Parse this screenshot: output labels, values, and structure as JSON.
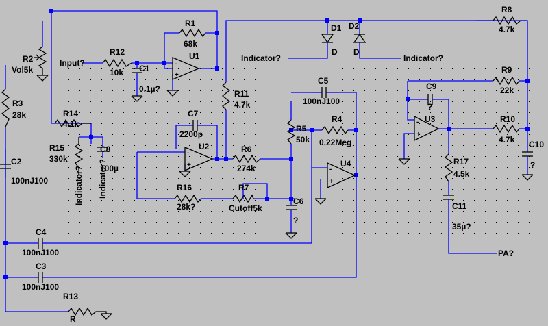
{
  "components": [
    {
      "ref": "R1",
      "value": "68k"
    },
    {
      "ref": "R2",
      "value": "Vol5k"
    },
    {
      "ref": "R3",
      "value": "28k"
    },
    {
      "ref": "R4",
      "value": "0.22Meg"
    },
    {
      "ref": "R5",
      "value": "50k"
    },
    {
      "ref": "R6",
      "value": "274k"
    },
    {
      "ref": "R7",
      "value": "Cutoff5k"
    },
    {
      "ref": "R8",
      "value": "4.7k"
    },
    {
      "ref": "R9",
      "value": "22k"
    },
    {
      "ref": "R10",
      "value": "4.7k"
    },
    {
      "ref": "R11",
      "value": "4.7k"
    },
    {
      "ref": "R12",
      "value": "10k"
    },
    {
      "ref": "R13",
      "value": "R"
    },
    {
      "ref": "R14",
      "value": "4.1k"
    },
    {
      "ref": "R15",
      "value": "330k"
    },
    {
      "ref": "R16",
      "value": "28k?"
    },
    {
      "ref": "R17",
      "value": "4.5k"
    },
    {
      "ref": "C1",
      "value": "0.1µ?"
    },
    {
      "ref": "C2",
      "value": "100nJ100"
    },
    {
      "ref": "C3",
      "value": "100nJ100"
    },
    {
      "ref": "C4",
      "value": "100nJ100"
    },
    {
      "ref": "C5",
      "value": "100nJ100"
    },
    {
      "ref": "C6",
      "value": "?"
    },
    {
      "ref": "C7",
      "value": "2200p"
    },
    {
      "ref": "C8",
      "value": "100µ"
    },
    {
      "ref": "C9",
      "value": "?"
    },
    {
      "ref": "C10",
      "value": "?"
    },
    {
      "ref": "C11",
      "value": "35µ?"
    },
    {
      "ref": "D1",
      "value": "D"
    },
    {
      "ref": "D2",
      "value": "D"
    },
    {
      "ref": "U1",
      "value": ""
    },
    {
      "ref": "U2",
      "value": ""
    },
    {
      "ref": "U3",
      "value": ""
    },
    {
      "ref": "U4",
      "value": ""
    }
  ],
  "net_labels": {
    "input": "Input?",
    "indicator_d1": "Indicator?",
    "indicator_d2": "Indicator?",
    "indicator_r15": "Indicator?",
    "indicator_c8": "Indicator?",
    "pa": "PA?"
  },
  "colors": {
    "background": "#c0c0c0",
    "grid_dot": "#000000",
    "wire": "#0000ff",
    "symbol": "#000000"
  }
}
